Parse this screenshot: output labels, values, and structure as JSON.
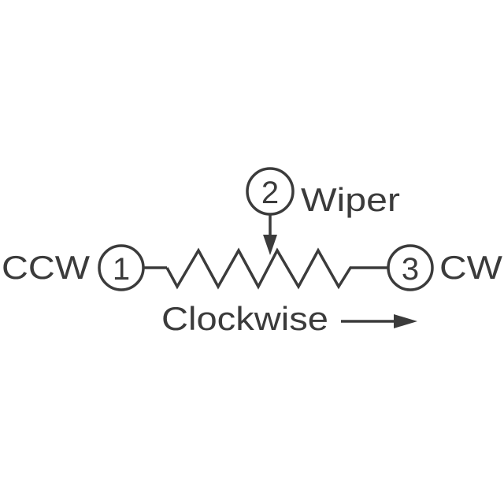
{
  "diagram": {
    "title": "Potentiometer schematic",
    "color": "#3b3b3b",
    "terminals": [
      {
        "number": "1",
        "label": "CCW"
      },
      {
        "number": "2",
        "label": "Wiper"
      },
      {
        "number": "3",
        "label": "CW"
      }
    ],
    "direction_label": "Clockwise"
  }
}
